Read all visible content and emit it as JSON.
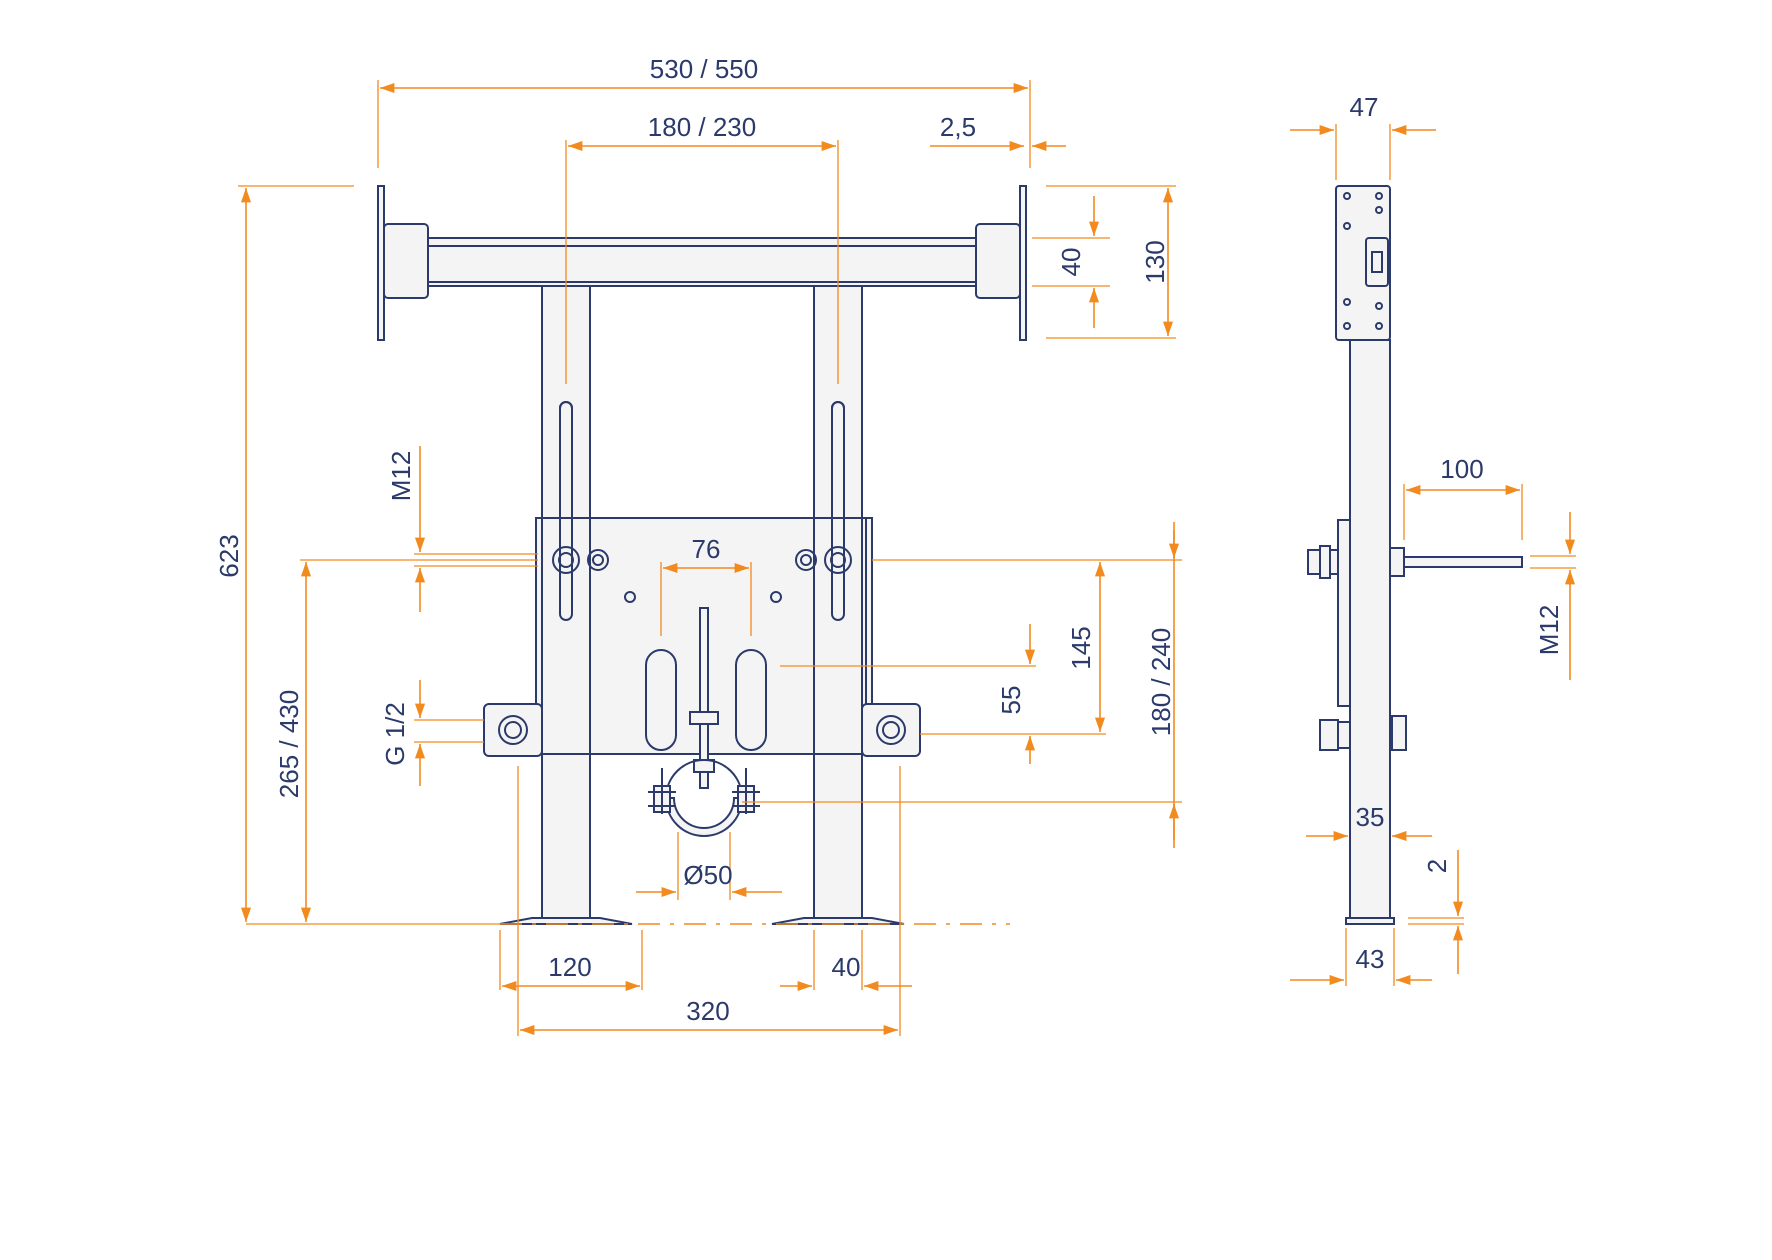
{
  "colors": {
    "part": "#2b3a6b",
    "dimension": "#f28a1e",
    "background": "#ffffff"
  },
  "front_view": {
    "dim_total_width": "530 / 550",
    "dim_post_spacing": "180 / 230",
    "dim_bracket_offset": "2,5",
    "dim_bracket_height": "40",
    "dim_bracket_total": "130",
    "dim_total_height": "623",
    "dim_thread_m12": "M12",
    "dim_inlet_height": "265 / 430",
    "dim_inlet_thread": "G 1/2",
    "dim_hole_spacing": "76",
    "dim_145": "145",
    "dim_55": "55",
    "dim_180_240": "180 / 240",
    "dim_pipe_diameter": "Ø50",
    "dim_foot_120": "120",
    "dim_foot_40": "40",
    "dim_foot_spacing": "320"
  },
  "side_view": {
    "dim_top_width": "47",
    "dim_bolt_length": "100",
    "dim_thread_m12": "M12",
    "dim_35": "35",
    "dim_2": "2",
    "dim_base_width": "43"
  }
}
